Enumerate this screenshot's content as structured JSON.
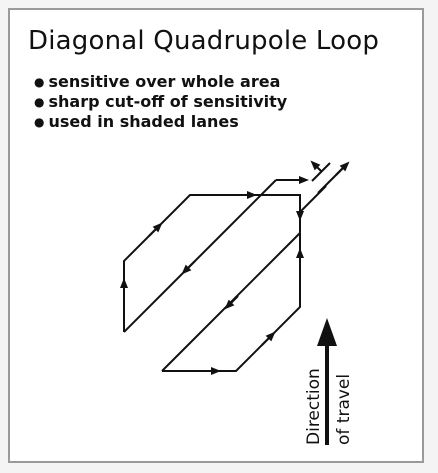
{
  "title": "Diagonal Quadrupole Loop",
  "bullets": [
    "sensitive over whole area",
    "sharp cut-off of sensitivity",
    "used in shaded lanes"
  ],
  "direction_label": {
    "line1": "Direction",
    "line2": "of travel"
  },
  "colors": {
    "stroke": "#111111",
    "frame": "#9a9a9a",
    "background": "#ffffff"
  }
}
